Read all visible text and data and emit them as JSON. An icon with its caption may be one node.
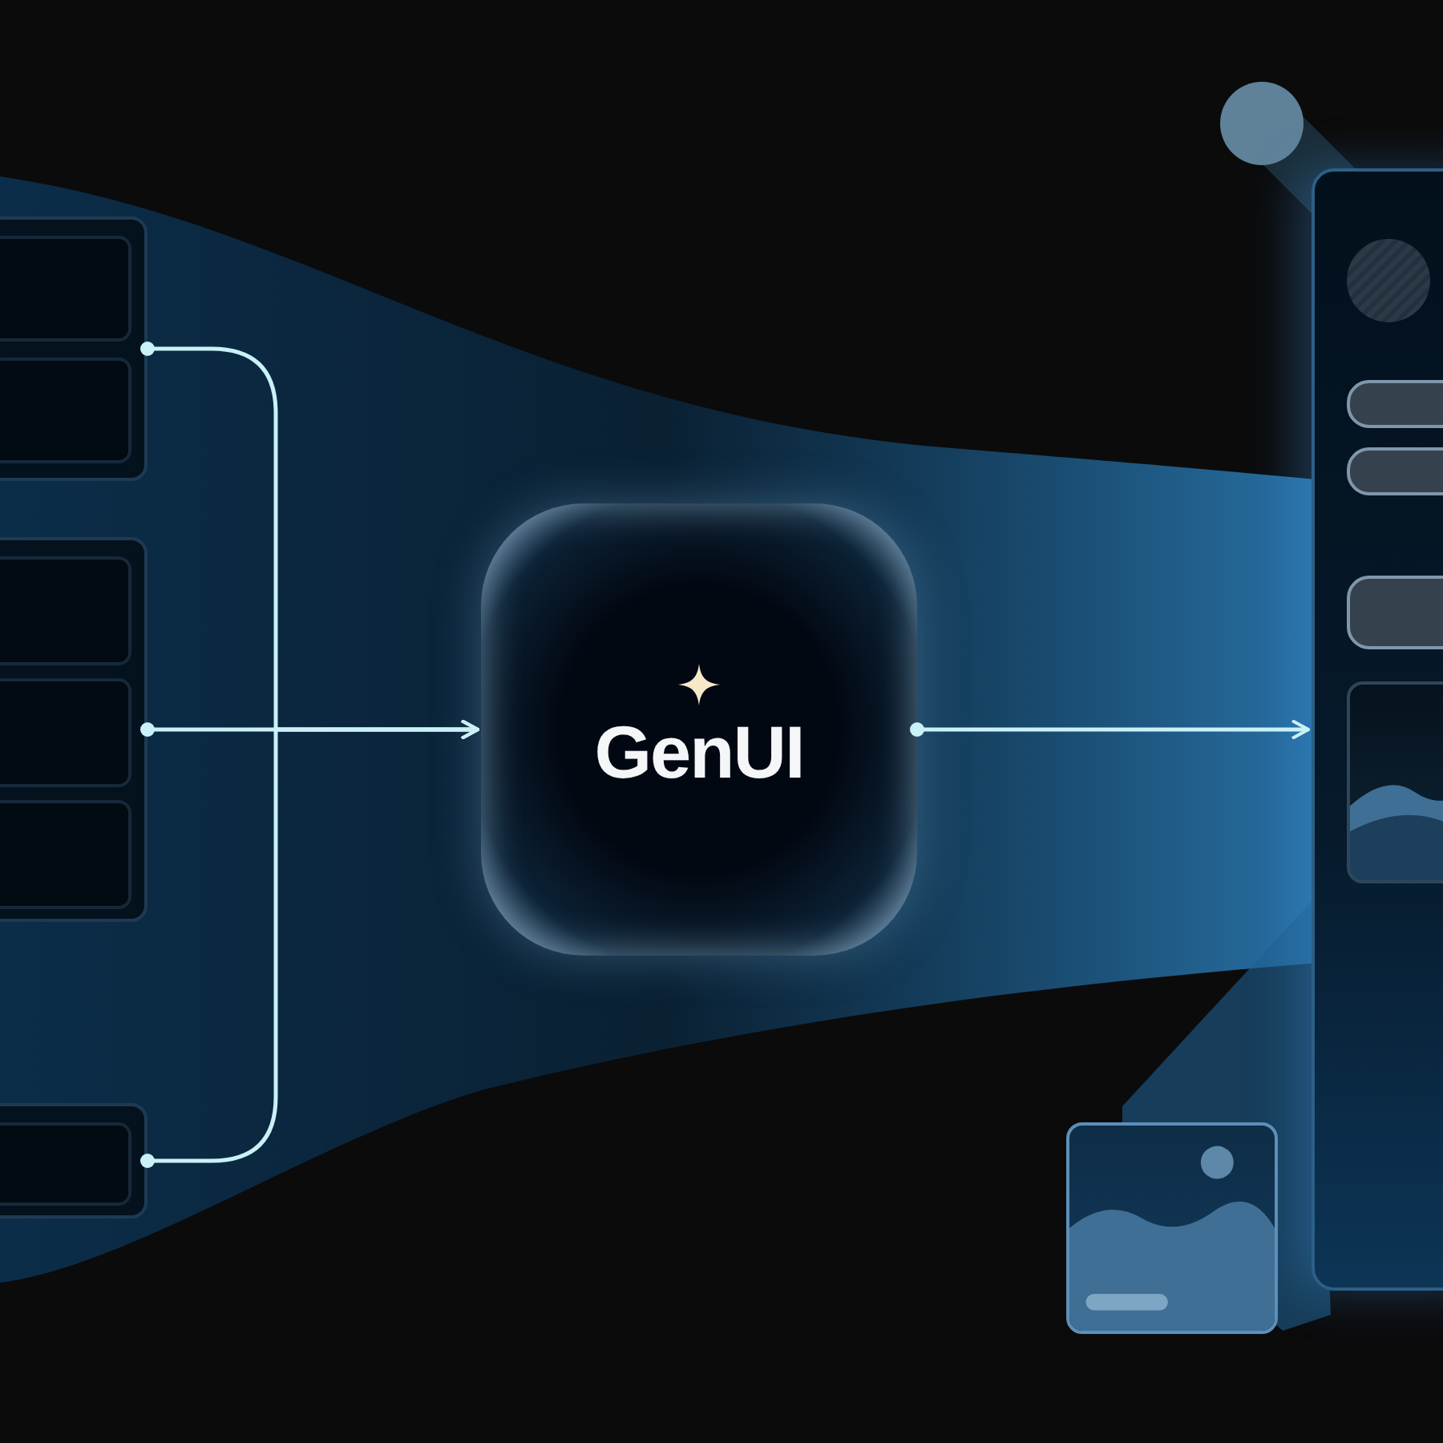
{
  "diagram": {
    "nodes": [
      {
        "text": [],
        "shape": "box"
      },
      {
        "text": [],
        "shape": "box",
        "in": 0
      },
      {
        "text": [],
        "shape": "box",
        "in": 0
      },
      {
        "text": [],
        "shape": "box"
      },
      {
        "text": [],
        "shape": "box",
        "in": 3
      },
      {
        "text": [],
        "shape": "box",
        "in": 3
      },
      {
        "text": [],
        "shape": "box",
        "in": 3
      },
      {
        "text": [],
        "shape": "box"
      },
      {
        "text": [],
        "shape": "box",
        "in": 7
      },
      {
        "text": [
          "GenUI"
        ]
      },
      {
        "text": [],
        "shape": "box"
      },
      {
        "text": [],
        "shape": "picture"
      }
    ],
    "edges": [
      {
        "from": 0,
        "to": 9,
        "arrow": "to"
      },
      {
        "from": 3,
        "to": 9,
        "arrow": "to"
      },
      {
        "from": 7,
        "to": 9,
        "arrow": "to"
      },
      {
        "from": 9,
        "to": 10,
        "arrow": "to"
      }
    ]
  }
}
